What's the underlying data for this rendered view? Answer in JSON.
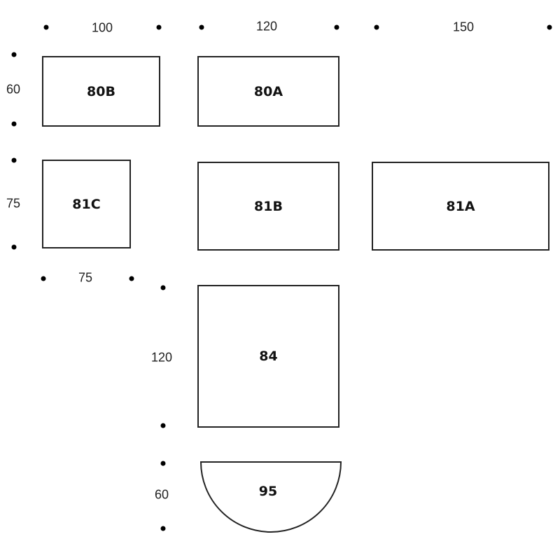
{
  "diagram": {
    "tables": [
      {
        "id": "80B",
        "label": "80B",
        "shape": "rectangle"
      },
      {
        "id": "80A",
        "label": "80A",
        "shape": "rectangle"
      },
      {
        "id": "81C",
        "label": "81C",
        "shape": "square"
      },
      {
        "id": "81B",
        "label": "81B",
        "shape": "rectangle"
      },
      {
        "id": "81A",
        "label": "81A",
        "shape": "rectangle"
      },
      {
        "id": "84",
        "label": "84",
        "shape": "square"
      },
      {
        "id": "95",
        "label": "95",
        "shape": "half-circle"
      }
    ],
    "dimensions": {
      "width_80B": "100",
      "width_80A": "120",
      "width_81A": "150",
      "height_row80": "60",
      "height_row81": "75",
      "width_81C": "75",
      "height_84": "120",
      "height_95": "60"
    }
  }
}
